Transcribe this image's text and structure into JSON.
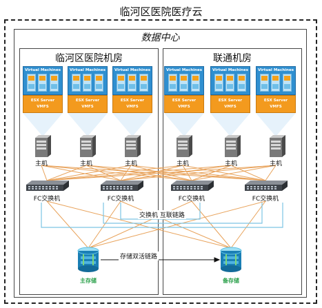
{
  "title": "临河区医院医疗云",
  "datacenter": {
    "title": "数据中心"
  },
  "rooms": [
    {
      "title": "临河区医院机房"
    },
    {
      "title": "联通机房"
    }
  ],
  "vm_panel": {
    "title": "Virtual Machines",
    "esx": "ESX Server",
    "vmfs": "VMFS"
  },
  "labels": {
    "host": "主机",
    "fc_switch": "FC交换机",
    "interconnect": "交换机 互联链路",
    "storage_link": "存储双活链路",
    "primary_storage": "主存储",
    "backup_storage": "备存储"
  },
  "colors": {
    "vm_blue": "#2f8fd0",
    "esx_orange": "#f39a1e",
    "link_orange": "#e8a25a",
    "link_blue": "#7cc4e4",
    "storage_green": "#2aa04a"
  }
}
